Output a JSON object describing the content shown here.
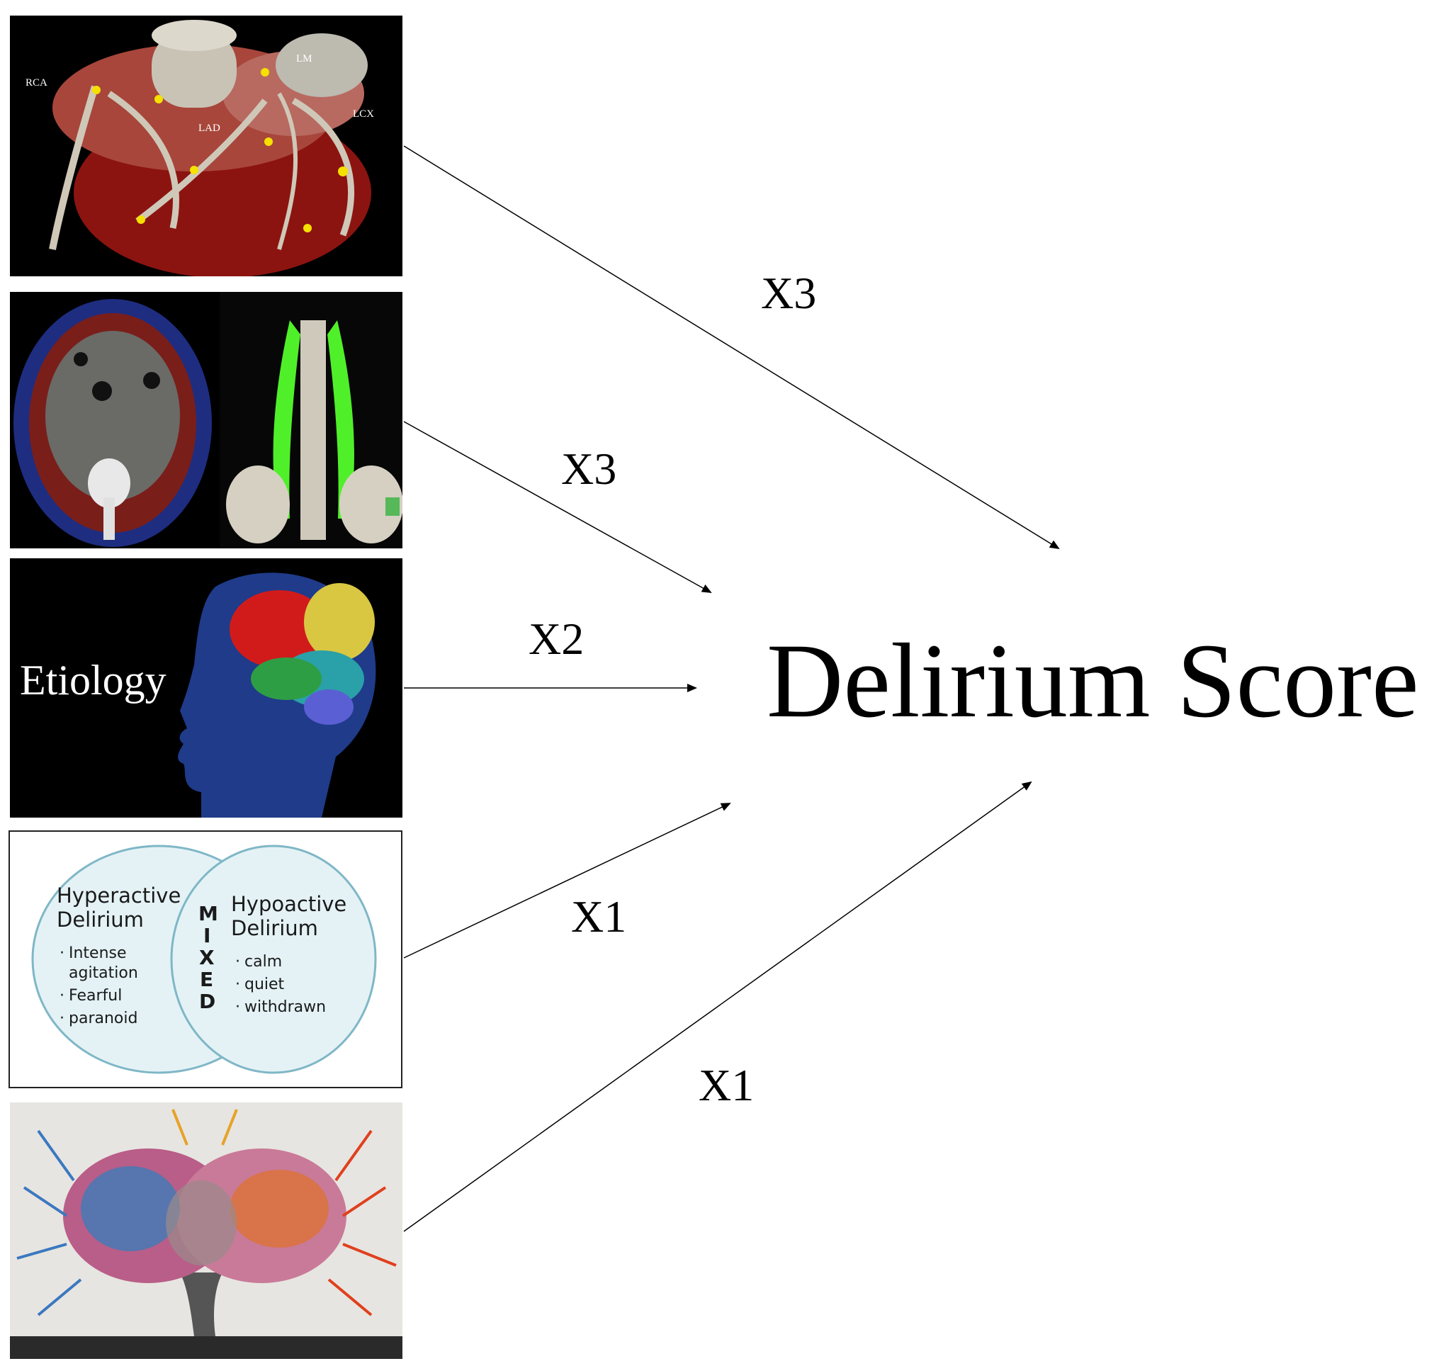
{
  "outcome": "Delirium Score",
  "panels": [
    {
      "labels": {
        "rca": "RCA",
        "lm": "LM",
        "lad": "LAD",
        "lcx": "LCX"
      },
      "weight": "X3"
    },
    {
      "weight": "X3"
    },
    {
      "text": "Etiology",
      "weight": "X2"
    },
    {
      "left": {
        "title_line1": "Hyperactive",
        "title_line2": "Delirium",
        "items": [
          "Intense",
          "agitation",
          "Fearful",
          "paranoid"
        ]
      },
      "middle": {
        "letters": [
          "M",
          "I",
          "X",
          "E",
          "D"
        ]
      },
      "right": {
        "title_line1": "Hypoactive",
        "title_line2": "Delirium",
        "items": [
          "calm",
          "quiet",
          "withdrawn"
        ]
      },
      "weight": "X1"
    },
    {
      "weight": "X1"
    }
  ]
}
